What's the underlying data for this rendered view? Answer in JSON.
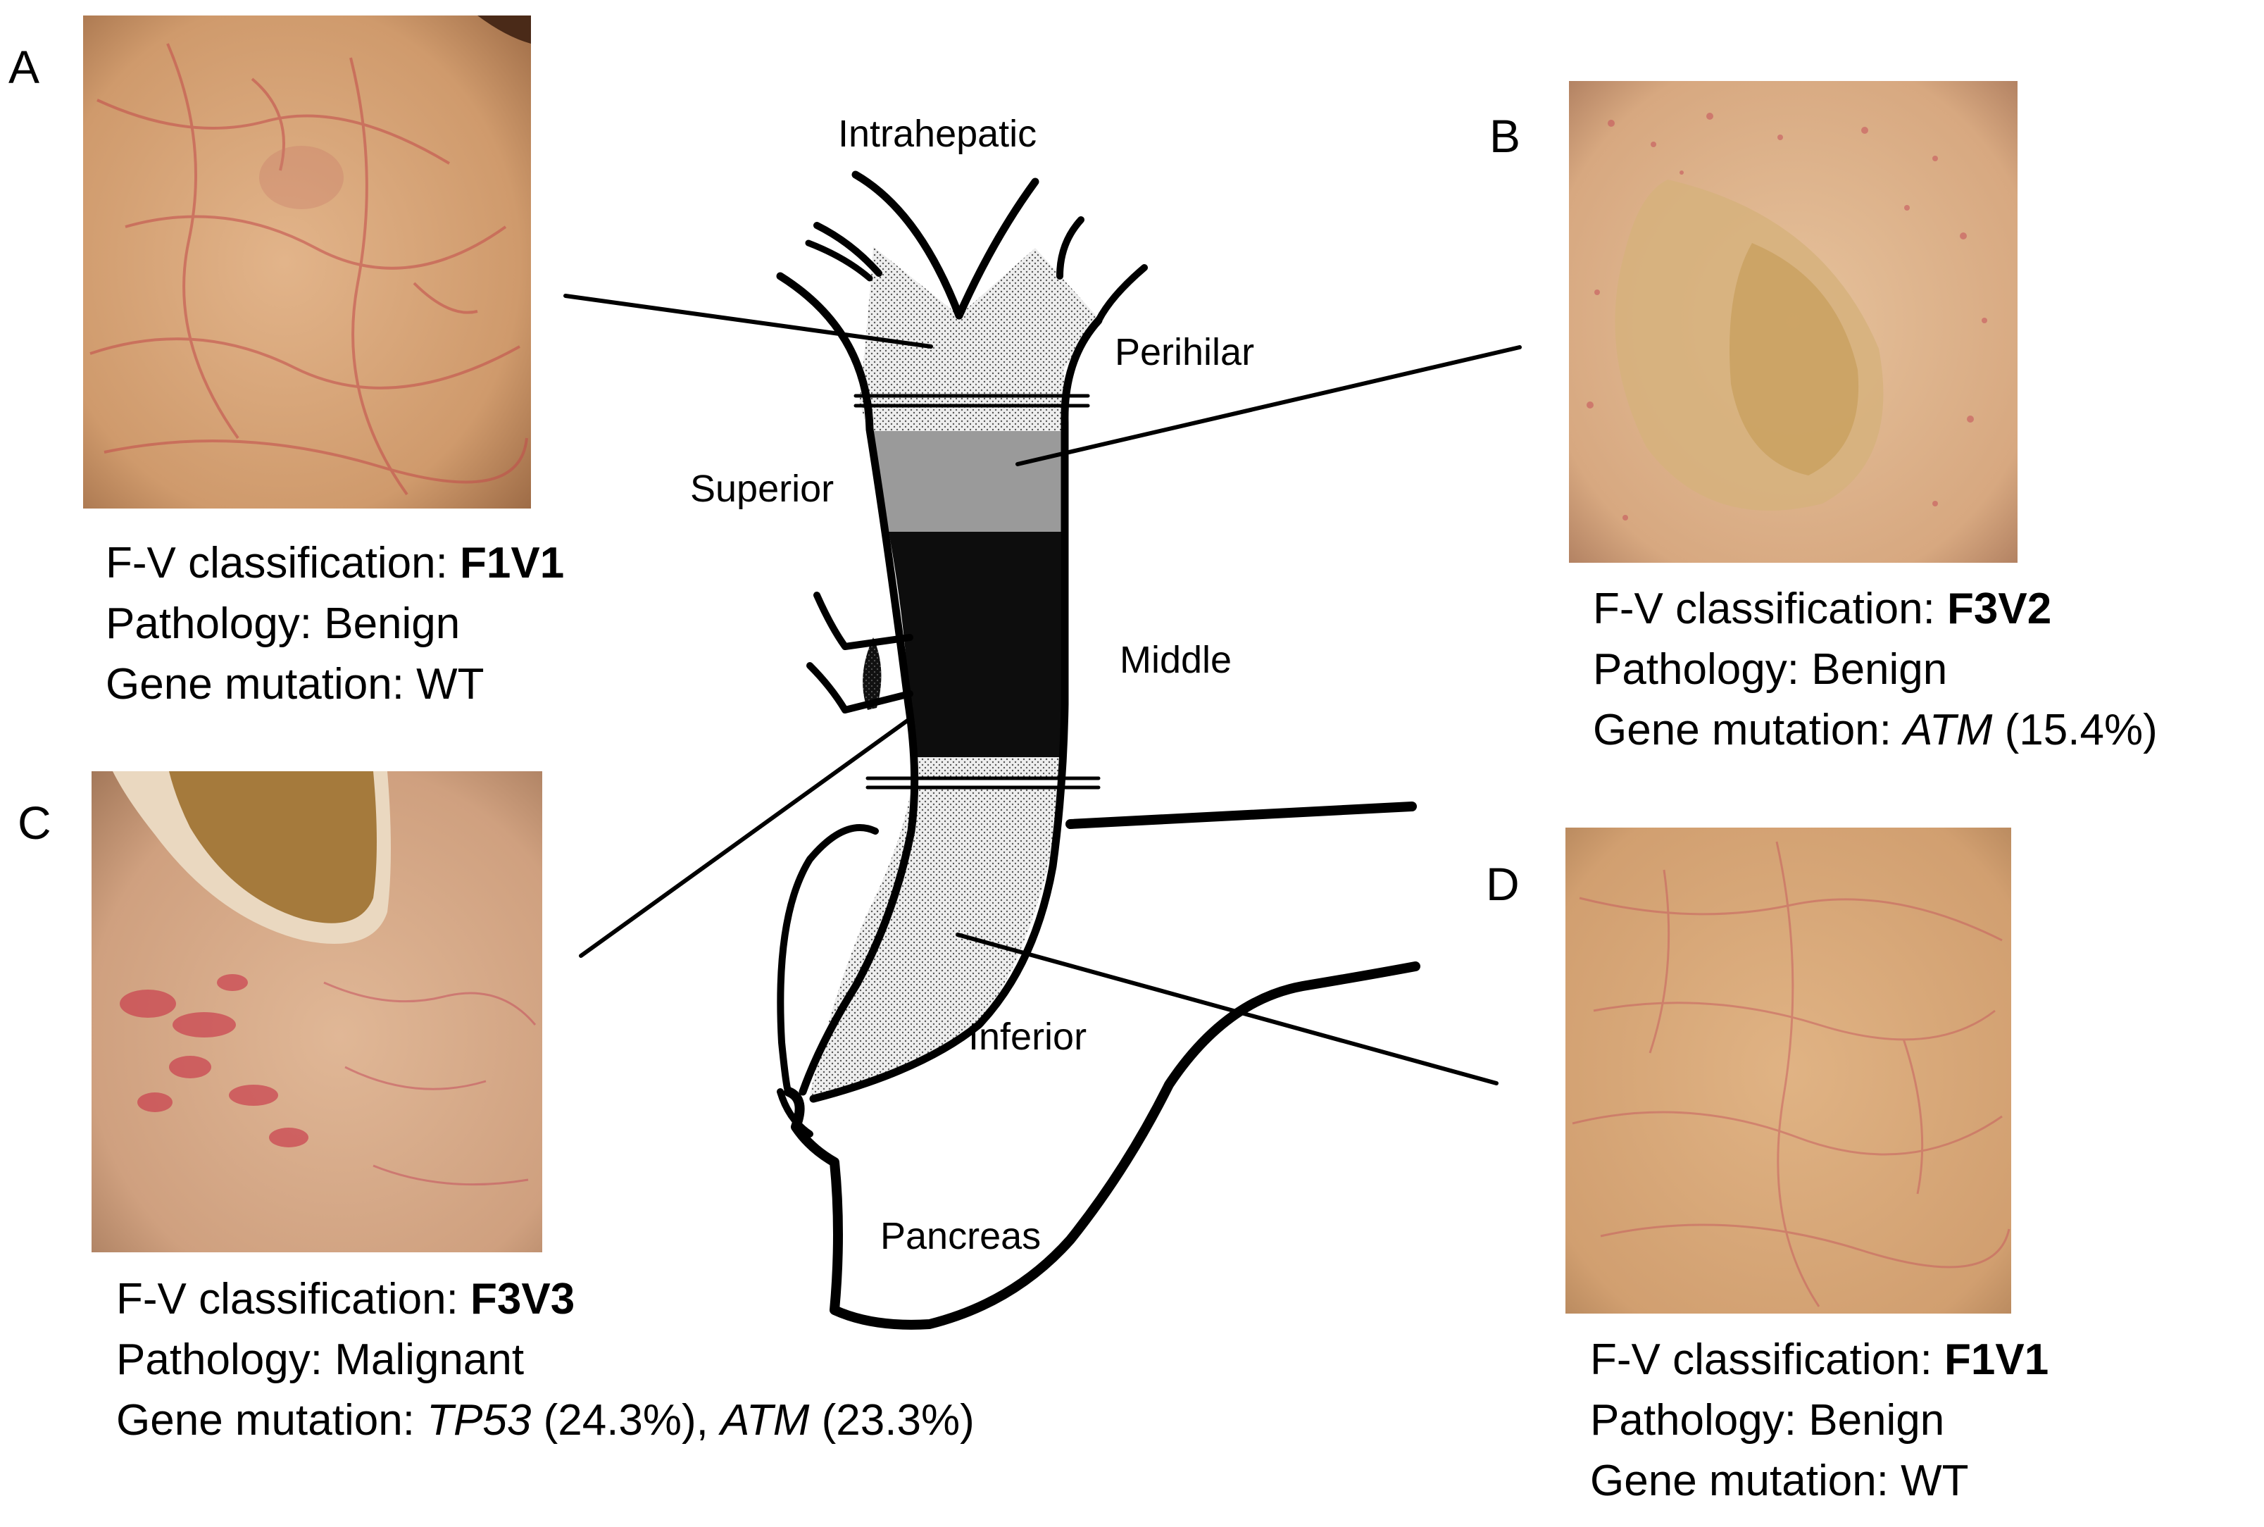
{
  "panels": {
    "A": {
      "letter": "A",
      "fv_prefix": "F-V classification: ",
      "fv_value": "F1V1",
      "pathology": "Pathology: Benign",
      "gene_prefix": "Gene mutation: ",
      "gene_value": "WT"
    },
    "B": {
      "letter": "B",
      "fv_prefix": "F-V classification: ",
      "fv_value": "F3V2",
      "pathology": "Pathology: Benign",
      "gene_prefix": "Gene mutation: ",
      "gene1_name": "ATM",
      "gene1_pct": " (15.4%)"
    },
    "C": {
      "letter": "C",
      "fv_prefix": "F-V classification: ",
      "fv_value": "F3V3",
      "pathology": "Pathology: Malignant",
      "gene_prefix": "Gene mutation: ",
      "gene1_name": "TP53",
      "gene1_pct": " (24.3%), ",
      "gene2_name": "ATM",
      "gene2_pct": " (23.3%)"
    },
    "D": {
      "letter": "D",
      "fv_prefix": "F-V classification: ",
      "fv_value": "F1V1",
      "pathology": "Pathology: Benign",
      "gene_prefix": "Gene mutation: ",
      "gene_value": "WT"
    }
  },
  "diagram_labels": {
    "intrahepatic": "Intrahepatic",
    "perihilar": "Perihilar",
    "superior": "Superior",
    "middle": "Middle",
    "inferior": "Inferior",
    "pancreas": "Pancreas"
  },
  "colors": {
    "mucosa_base": "#d9a06e",
    "mucosa_light": "#e8c49a",
    "vessel": "#c8404a",
    "line": "#000000"
  }
}
